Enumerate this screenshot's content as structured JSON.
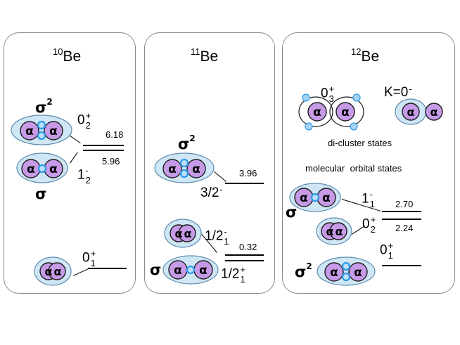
{
  "panels": {
    "be10": {
      "title_mass": "10",
      "title_el": "Be",
      "states": [
        {
          "j": "0",
          "sub": "2",
          "sup": "+",
          "energy": "6.18"
        },
        {
          "j": "1",
          "sub": "2",
          "sup": "-",
          "energy": "5.96"
        },
        {
          "j": "0",
          "sub": "1",
          "sup": "+",
          "energy": ""
        }
      ],
      "config_labels": {
        "sigma2": "σ",
        "sigma2_power": "2",
        "sigma": "σ"
      }
    },
    "be11": {
      "title_mass": "11",
      "title_el": "Be",
      "states": [
        {
          "j": "3/2",
          "sub": "",
          "sup": "-",
          "energy": "3.96"
        },
        {
          "j": "1/2",
          "sub": "1",
          "sup": "-",
          "energy": "0.32"
        },
        {
          "j": "1/2",
          "sub": "1",
          "sup": "+",
          "energy": ""
        }
      ],
      "config_labels": {
        "sigma2": "σ",
        "sigma2_power": "2",
        "sigma": "σ"
      }
    },
    "be12": {
      "title_mass": "12",
      "title_el": "Be",
      "cluster_state": {
        "j": "0",
        "sub": "3",
        "sup": "+"
      },
      "k_label": "K=0",
      "k_sup": "-",
      "dicluster_caption": "di-cluster states",
      "molecular_caption": "molecular  orbital states",
      "states": [
        {
          "j": "1",
          "sub": "1",
          "sup": "-",
          "energy": "2.70"
        },
        {
          "j": "0",
          "sub": "2",
          "sup": "+",
          "energy": "2.24"
        },
        {
          "j": "0",
          "sub": "1",
          "sup": "+",
          "energy": ""
        }
      ],
      "config_labels": {
        "sigma2": "σ",
        "sigma2_power": "2",
        "sigma": "σ"
      }
    }
  },
  "alpha_symbol": "α",
  "colors": {
    "alpha_fill": "#c69ae6",
    "alpha_stroke": "#1c1c1c",
    "envelope_fill": "#cfe6f5",
    "envelope_stroke": "#5d8cad",
    "neutron": "#2c9be8",
    "neutron_pale": "#a8d2f4",
    "panel_border": "#8a8a8a"
  }
}
